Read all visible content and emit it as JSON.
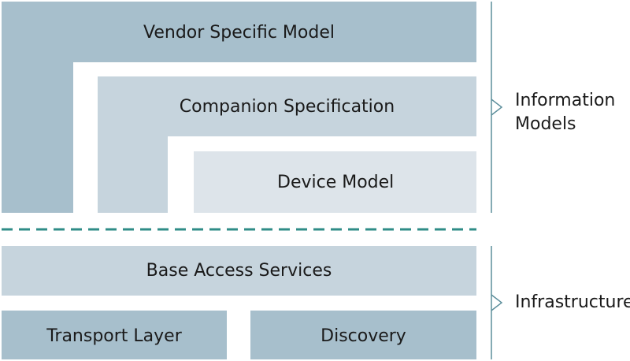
{
  "colors": {
    "vendor": "#a7bfcc",
    "companion": "#c6d4dd",
    "device": "#dde4ea",
    "base": "#c6d4dd",
    "transport": "#a7bfcc",
    "discovery": "#a7bfcc",
    "divider": "#2f8c87",
    "bracket": "#5d8f9c"
  },
  "blocks": {
    "vendor_label": "Vendor Specific Model",
    "companion_label": "Companion Specification",
    "device_label": "Device Model",
    "base_label": "Base Access Services",
    "transport_label": "Transport Layer",
    "discovery_label": "Discovery"
  },
  "groups": {
    "information_line1": "Information",
    "information_line2": "Models",
    "infrastructure": "Infrastructure"
  }
}
